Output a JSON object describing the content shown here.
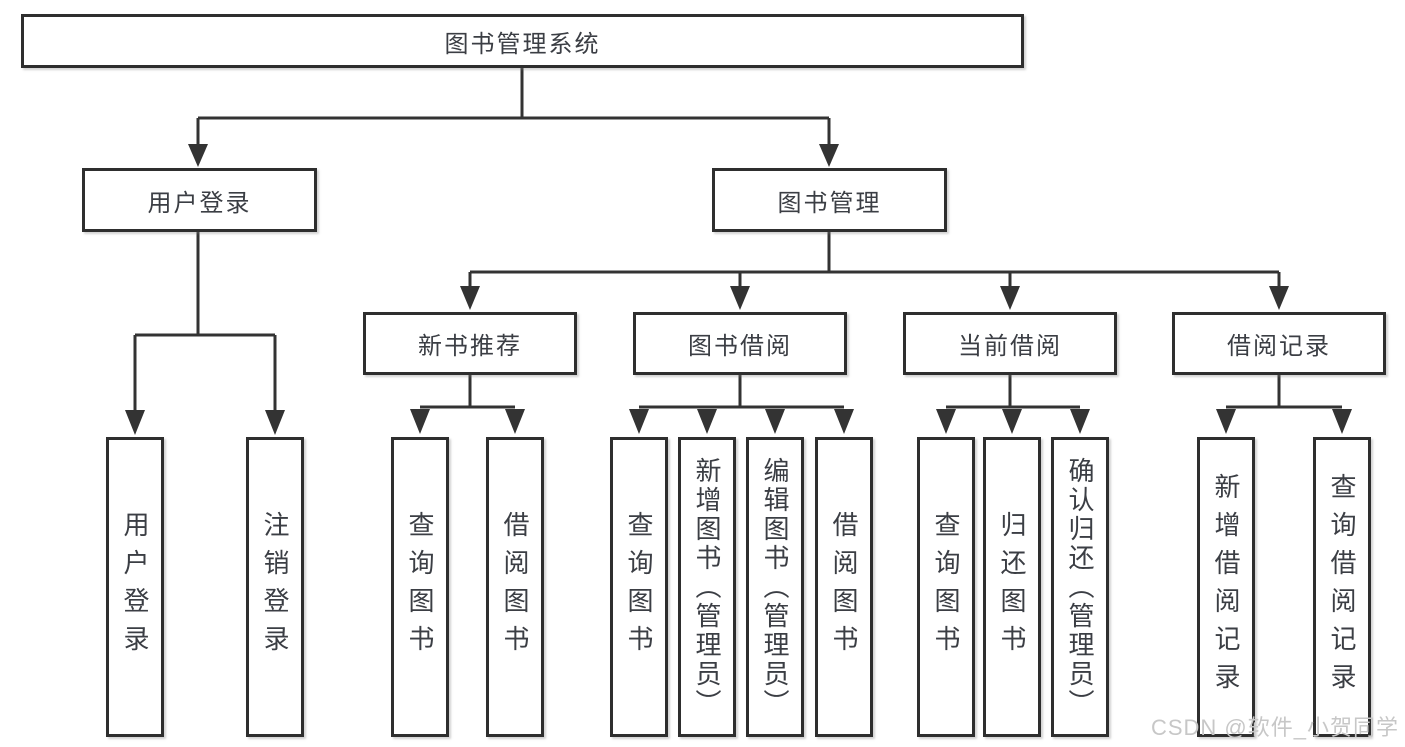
{
  "tree": {
    "root": "图书管理系统",
    "branches": [
      {
        "label": "用户登录",
        "children": [
          "用户登录",
          "注销登录"
        ]
      },
      {
        "label": "图书管理",
        "groups": [
          {
            "label": "新书推荐",
            "children": [
              "查询图书",
              "借阅图书"
            ]
          },
          {
            "label": "图书借阅",
            "children": [
              "查询图书",
              "新增图书（管理员）",
              "编辑图书（管理员）",
              "借阅图书"
            ]
          },
          {
            "label": "当前借阅",
            "children": [
              "查询图书",
              "归还图书",
              "确认归还（管理员）"
            ]
          },
          {
            "label": "借阅记录",
            "children": [
              "新增借阅记录",
              "查询借阅记录"
            ]
          }
        ]
      }
    ]
  },
  "watermark": {
    "text": "CSDN @软件_小贺同学"
  },
  "colors": {
    "background": "#ffffff",
    "box_border": "#2e2e2e",
    "text": "#3b3e44",
    "connector": "#333333",
    "watermark": "#c7c7c7"
  }
}
